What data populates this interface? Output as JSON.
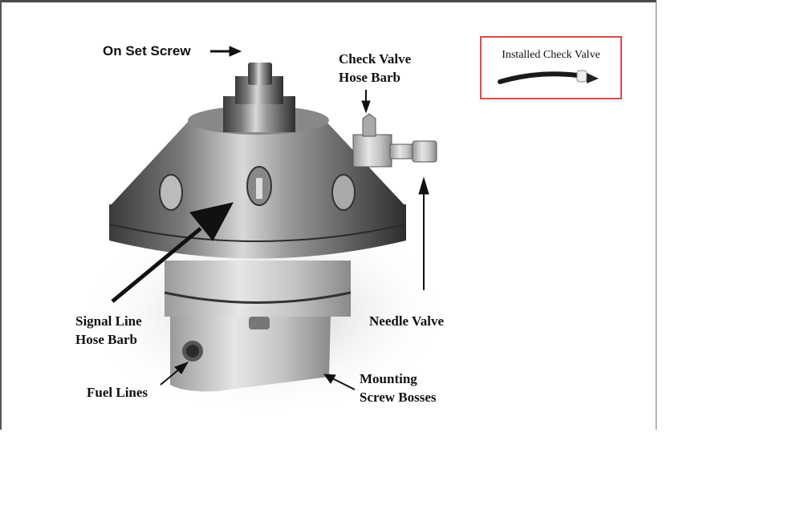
{
  "figure": {
    "labels": {
      "on_set_screw": "On Set Screw",
      "check_valve_line1": "Check Valve",
      "check_valve_line2": "Hose Barb",
      "signal_line_line1": "Signal Line",
      "signal_line_line2": "Hose Barb",
      "needle_valve": "Needle Valve",
      "fuel_lines": "Fuel Lines",
      "mounting_line1": "Mounting",
      "mounting_line2": "Screw Bosses"
    },
    "callout": {
      "title": "Installed Check Valve",
      "border_color": "#e04848"
    }
  }
}
